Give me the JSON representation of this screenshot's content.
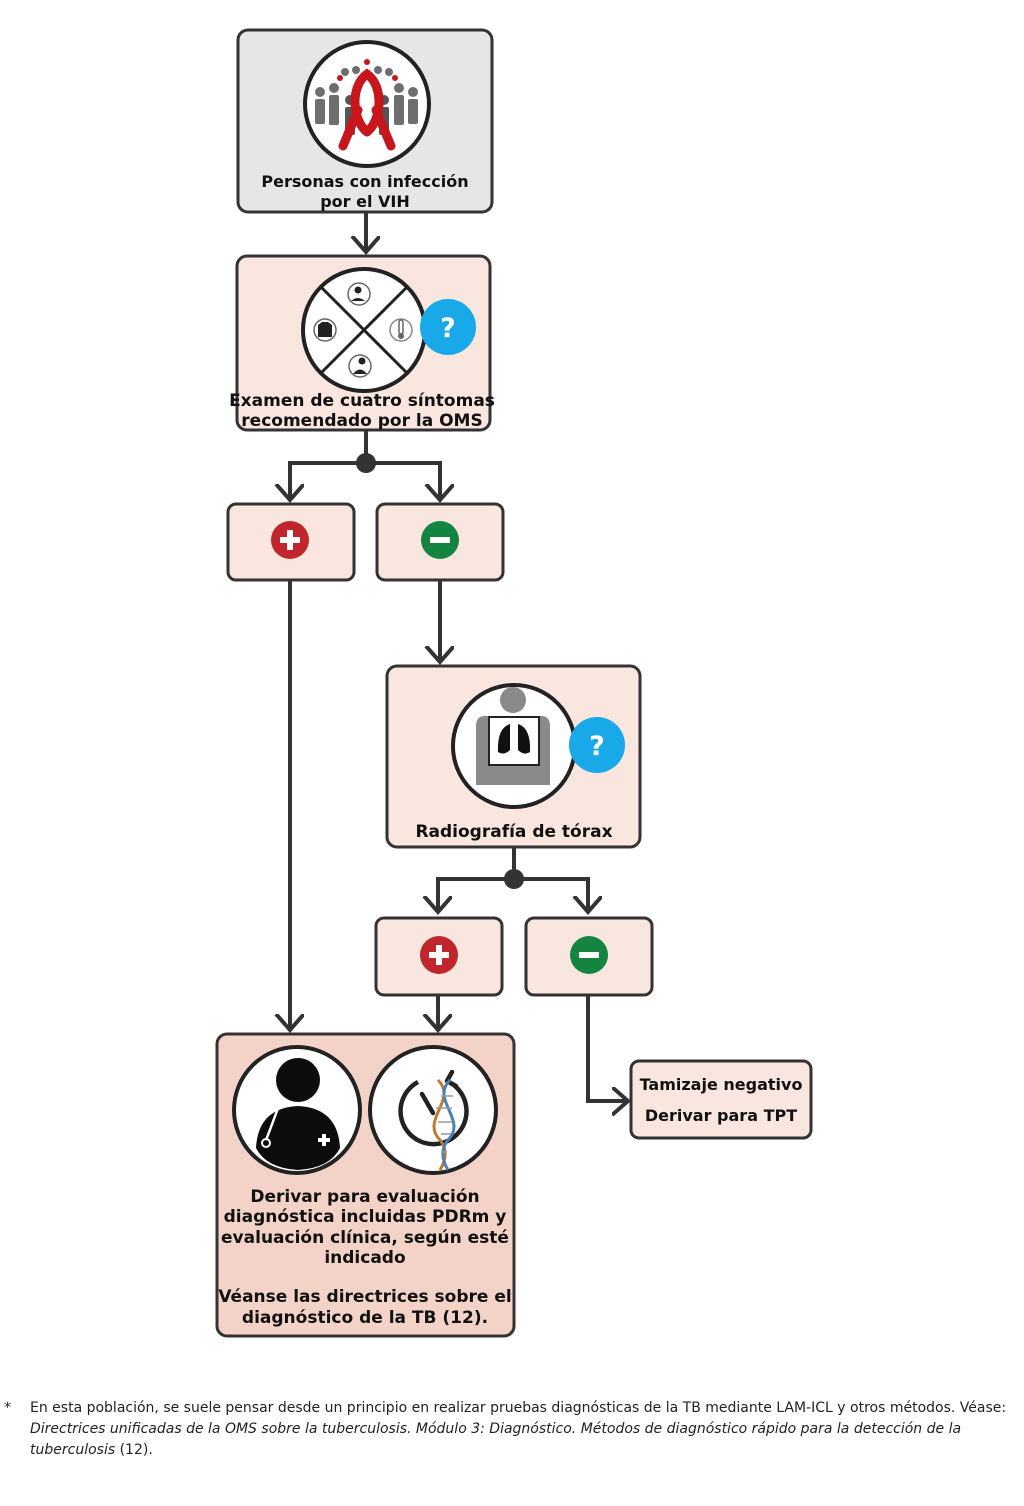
{
  "nodes": {
    "hiv_people": {
      "line1": "Personas con infección",
      "line2": "por el VIH"
    },
    "symptom_screen": {
      "line1": "Examen de cuatro síntomas",
      "line2": "recomendado por la OMS",
      "help_glyph": "?"
    },
    "screen_positive": {
      "glyph": "+"
    },
    "screen_negative": {
      "glyph": "−"
    },
    "chest_xray": {
      "label": "Radiografía de tórax",
      "help_glyph": "?"
    },
    "xray_positive": {
      "glyph": "+"
    },
    "xray_negative": {
      "glyph": "−"
    },
    "negative_result": {
      "line1": "Tamizaje negativo",
      "line2": "Derivar para TPT"
    },
    "refer_diagnosis": {
      "line1": "Derivar para evaluación",
      "line2": "diagnóstica incluidas PDRm y",
      "line3": "evaluación clínica, según esté",
      "line4": "indicado",
      "line5": "Véanse las directrices sobre el",
      "line6": "diagnóstico de la TB (12)."
    }
  },
  "footnote": {
    "marker": "*",
    "text1": "En esta población, se suele pensar desde un principio en realizar pruebas diagnósticas de la TB mediante LAM-ICL y otros métodos. Véase: ",
    "title_italic": "Directrices unificadas de la OMS sobre la tuberculosis. Módulo 3: Diagnóstico. Métodos de diagnóstico rápido para la detección de la tuberculosis",
    "text2": " (12)."
  },
  "icons": [
    "hiv-ribbon-crowd-icon",
    "four-symptoms-icon",
    "chest-xray-icon",
    "doctor-icon",
    "dna-test-icon",
    "help-icon",
    "plus-icon",
    "minus-icon"
  ],
  "colors": {
    "box_gray": "#e6e6e6",
    "box_pink": "#f8e6df",
    "box_pink_dark": "#f3d3c8",
    "plus_red": "#c0262c",
    "minus_green": "#148540",
    "help_blue": "#19a9e8",
    "outline": "#333333"
  }
}
